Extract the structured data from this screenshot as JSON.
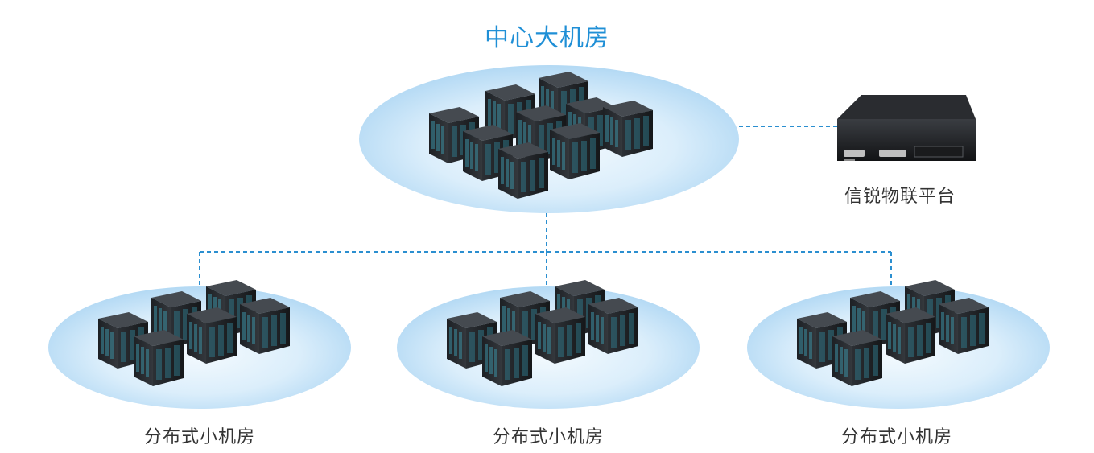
{
  "center": {
    "title": "中心大机房"
  },
  "platform": {
    "label": "信锐物联平台"
  },
  "branches": [
    {
      "label": "分布式小机房"
    },
    {
      "label": "分布式小机房"
    },
    {
      "label": "分布式小机房"
    }
  ],
  "colors": {
    "title": "#1f8fd6",
    "connector": "#2b8fd0",
    "cloud_edge": "#b9dcf5",
    "cloud_center": "#eef7fd",
    "rack": "#2a2d31",
    "rack_glow": "#3fa0b5"
  }
}
